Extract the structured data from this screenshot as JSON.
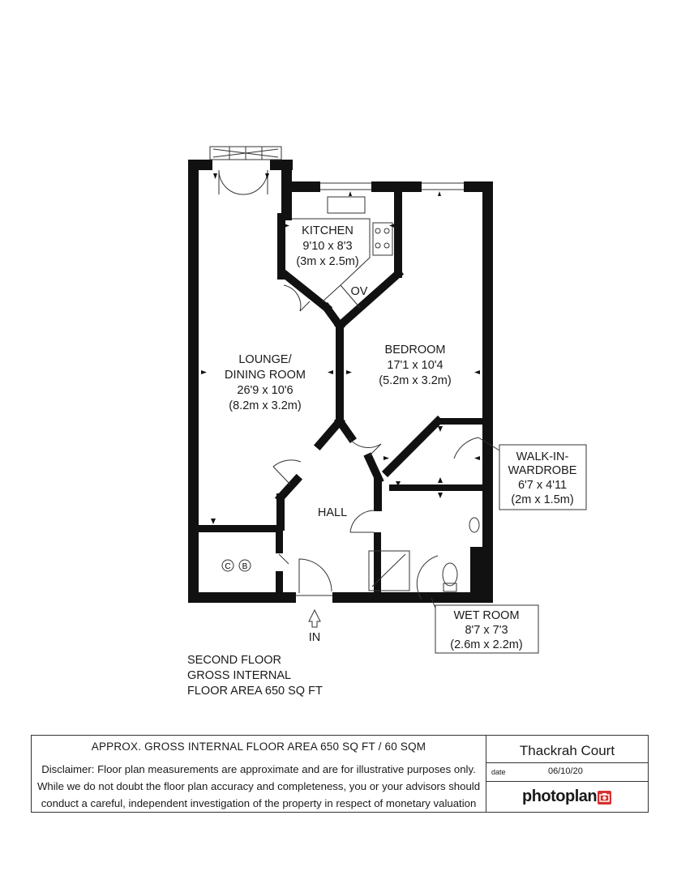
{
  "rooms": {
    "kitchen": {
      "name": "KITCHEN",
      "imperial": "9'10 x 8'3",
      "metric": "(3m x 2.5m)"
    },
    "lounge": {
      "name_line1": "LOUNGE/",
      "name_line2": "DINING ROOM",
      "imperial": "26'9 x 10'6",
      "metric": "(8.2m x 3.2m)"
    },
    "bedroom": {
      "name": "BEDROOM",
      "imperial": "17'1 x 10'4",
      "metric": "(5.2m x 3.2m)"
    },
    "wardrobe": {
      "name_line1": "WALK-IN-",
      "name_line2": "WARDROBE",
      "imperial": "6'7 x 4'11",
      "metric": "(2m x 1.5m)"
    },
    "hall": {
      "name": "HALL"
    },
    "wetroom": {
      "name": "WET ROOM",
      "imperial": "8'7 x 7'3",
      "metric": "(2.6m x 2.2m)"
    }
  },
  "fixtures": {
    "oven": "OV",
    "cylinder": "C",
    "boiler": "B",
    "entrance": "IN"
  },
  "floor_note": [
    "SECOND FLOOR",
    "GROSS INTERNAL",
    "FLOOR AREA 650 SQ FT"
  ],
  "footer": {
    "area": "APPROX. GROSS INTERNAL FLOOR AREA 650 SQ FT / 60 SQM",
    "disclaimer": [
      "Disclaimer: Floor plan measurements are approximate and are for illustrative purposes only.",
      "While we do not doubt the floor plan accuracy and completeness, you or your advisors should",
      "conduct a careful, independent investigation of the property in respect of monetary valuation"
    ],
    "property": "Thackrah Court",
    "date_label": "date",
    "date": "06/10/20",
    "brand": "photoplan"
  },
  "colors": {
    "wall": "#111111",
    "line": "#333333",
    "brand_icon": "#d8312e"
  }
}
